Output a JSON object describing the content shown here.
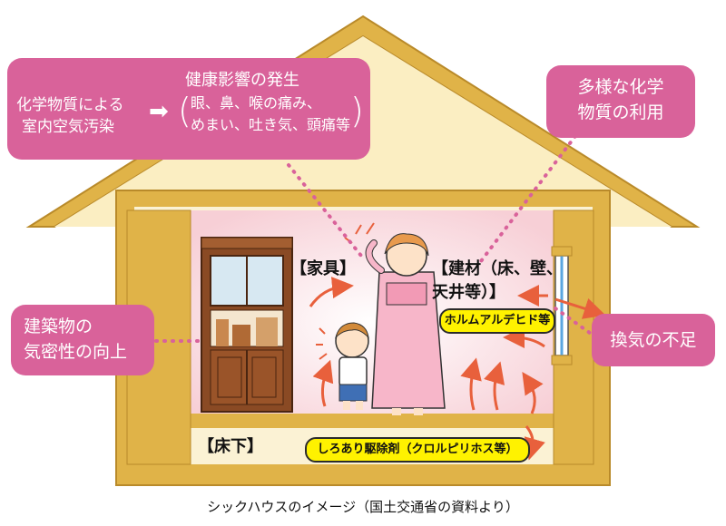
{
  "callouts": {
    "health": {
      "cause_line1": "化学物質による",
      "cause_line2": "室内空気汚染",
      "effect_title": "健康影響の発生",
      "effect_line1": "眼、鼻、喉の痛み、",
      "effect_line2": "めまい、吐き気、頭痛等"
    },
    "chemicals": {
      "line1": "多様な化学",
      "line2": "物質の利用"
    },
    "airtight": {
      "line1": "建築物の",
      "line2": "気密性の向上"
    },
    "ventilation": {
      "label": "換気の不足"
    }
  },
  "labels": {
    "furniture": "【家具】",
    "materials_line1": "【建材（床、壁、",
    "materials_line2": "天井等）】",
    "underfloor": "【床下】"
  },
  "pills": {
    "formaldehyde": "ホルムアルデヒド等",
    "termite": "しろあり駆除剤（クロルピリホス等）"
  },
  "caption": "シックハウスのイメージ（国土交通省の資料より）",
  "colors": {
    "roof": "#e0b348",
    "roof_edge": "#b98a2a",
    "callout": "#d9629a",
    "pill": "#fff200",
    "arrow": "#e8603c",
    "interior_glow": "#fbe3e6",
    "cabinet": "#8a4a24"
  }
}
